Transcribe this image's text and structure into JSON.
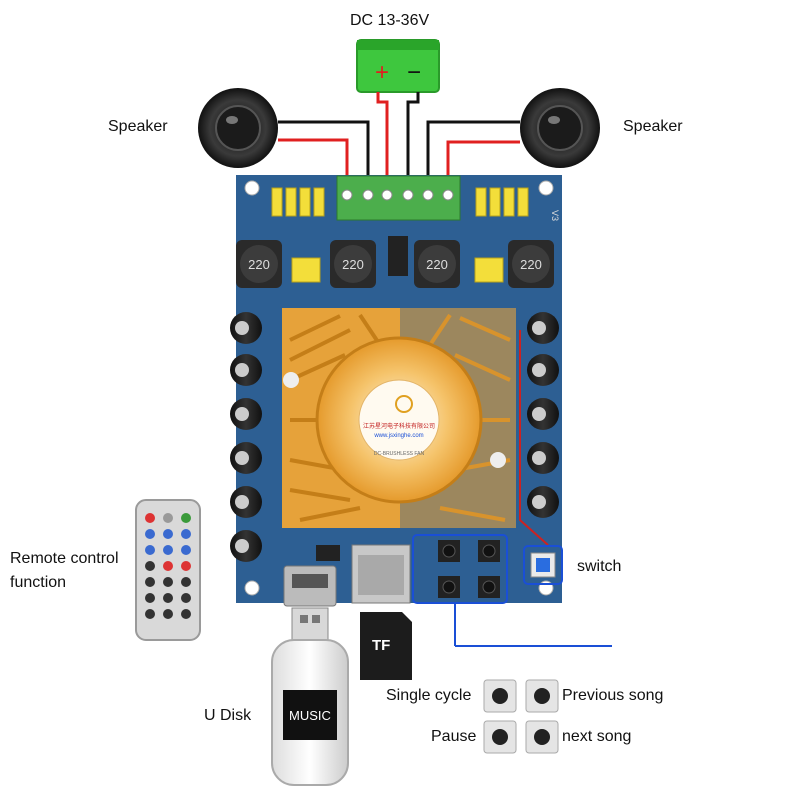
{
  "power": {
    "label": "DC 13-36V",
    "plus": "+",
    "minus": "−"
  },
  "speakers": {
    "left_label": "Speaker",
    "right_label": "Speaker"
  },
  "remote": {
    "label_line1": "Remote control",
    "label_line2": "function"
  },
  "switch_label": "switch",
  "usb": {
    "label": "U Disk",
    "screen_text": "MUSIC"
  },
  "tf": {
    "text": "TF"
  },
  "buttons": {
    "single_cycle": "Single cycle",
    "previous_song": "Previous song",
    "pause": "Pause",
    "next_song": "next song"
  },
  "board": {
    "inductor_value": "220",
    "version": "V3",
    "fan_text_line1": "江苏星河电子科技有限公司",
    "fan_text_line2": "www.jsxinghe.com",
    "fan_text_line3": "DC-BRUSHLESS FAN"
  },
  "colors": {
    "board": "#2d5f93",
    "heatsink": "#e9a53a",
    "battery": "#3ec73e",
    "wire_red": "#e02020",
    "wire_black": "#111111",
    "highlight": "#1a4fd6"
  }
}
